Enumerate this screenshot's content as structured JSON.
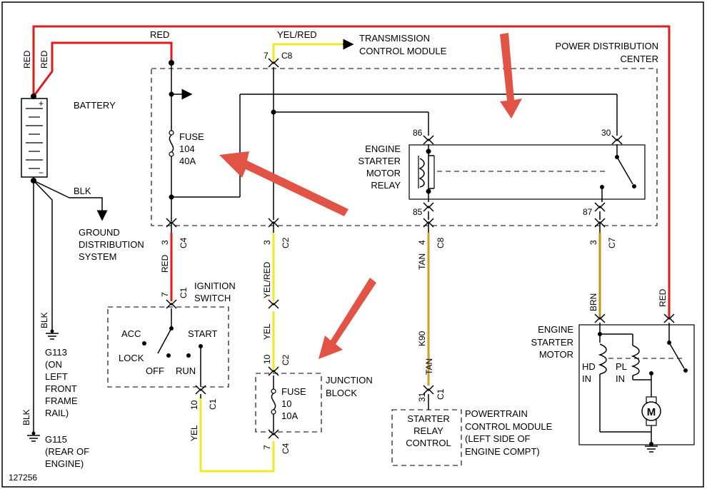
{
  "labels": {
    "battery": "BATTERY",
    "red_top": "RED",
    "red_v1": "RED",
    "red_v2": "RED",
    "blk_ground": "BLK",
    "ground_system": [
      "GROUND",
      "DISTRIBUTION",
      "SYSTEM"
    ],
    "blk_g113": "BLK",
    "g113": [
      "G113",
      "(ON",
      "LEFT",
      "FRONT",
      "FRAME",
      "RAIL)"
    ],
    "blk_g115": "BLK",
    "g115": [
      "G115",
      "(REAR OF",
      "ENGINE)"
    ],
    "figure_number": "127256",
    "yel_red_top": "YEL/RED",
    "tcm": [
      "TRANSMISSION",
      "CONTROL MODULE"
    ],
    "pdc": [
      "POWER DISTRIBUTION",
      "CENTER"
    ],
    "fuse104": [
      "FUSE",
      "104",
      "40A"
    ],
    "relay": [
      "ENGINE",
      "STARTER",
      "MOTOR",
      "RELAY"
    ],
    "pin86": "86",
    "pin30": "30",
    "pin85": "85",
    "pin87": "87",
    "c8_top_num": "7",
    "c8_top": "C8",
    "c4_num": "3",
    "c4": "C4",
    "red_c4_wire": "RED",
    "c2_num": "3",
    "c2": "C2",
    "yel_red_c2_wire": "YEL/RED",
    "c8_num": "4",
    "c8": "C8",
    "tan_wire": "TAN",
    "c7_num": "3",
    "c7": "C7",
    "brn_wire": "BRN",
    "ign_c1_num": "7",
    "ign_c1": "C1",
    "ignition": [
      "IGNITION",
      "SWITCH"
    ],
    "acc": "ACC",
    "start": "START",
    "lock": "LOCK",
    "off": "OFF",
    "run": "RUN",
    "yel_wire": "YEL",
    "jb_c2_num": "10",
    "jb_c2": "C2",
    "junction": [
      "JUNCTION",
      "BLOCK"
    ],
    "fuse10": [
      "FUSE",
      "10",
      "10A"
    ],
    "jb_c4_num": "7",
    "jb_c4": "C4",
    "ign_c1b_num": "10",
    "ign_c1b": "C1",
    "yel_bottom": "YEL",
    "k90": "K90",
    "tan_wire2": "TAN",
    "pcm_c1_num": "31",
    "pcm_c1": "C1",
    "starter_relay_control": [
      "STARTER",
      "RELAY",
      "CONTROL"
    ],
    "pcm": [
      "POWERTRAIN",
      "CONTROL MODULE",
      "(LEFT SIDE OF",
      "ENGINE COMPT)"
    ],
    "starter_motor": [
      "ENGINE",
      "STARTER",
      "MOTOR"
    ],
    "red_motor": "RED",
    "hd_in": [
      "HD",
      "IN"
    ],
    "pl_in": [
      "PL",
      "IN"
    ],
    "motor_symbol": "M"
  },
  "colors": {
    "red_wire": "#d81e1e",
    "yellow_wire": "#f2e829",
    "tan_wire": "#c9a227",
    "brown_wire": "#b8961c",
    "callout_arrow": "#e15345"
  }
}
